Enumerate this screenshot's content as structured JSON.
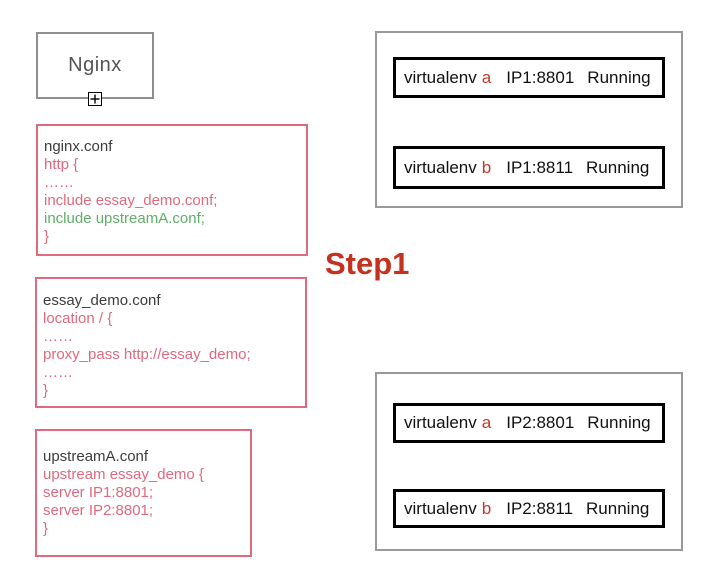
{
  "step_label": "Step1",
  "colors": {
    "pink": "#e0697d",
    "green": "#5fae69",
    "accent_red": "#c0392b",
    "step_red": "#c5301f",
    "gray_border": "#8f8f8f",
    "dark_text": "#3c3c3c"
  },
  "nginx_node": {
    "label": "Nginx",
    "expand_icon": "plus-box-icon"
  },
  "config_files": [
    {
      "name": "nginx.conf",
      "lines": [
        {
          "text": "http {",
          "color": "pink"
        },
        {
          "text": "……",
          "color": "pink"
        },
        {
          "text": "include essay_demo.conf;",
          "color": "pink"
        },
        {
          "text": "include upstreamA.conf;",
          "color": "green"
        },
        {
          "text": "}",
          "color": "pink"
        }
      ]
    },
    {
      "name": "essay_demo.conf",
      "lines": [
        {
          "text": "location / {",
          "color": "pink"
        },
        {
          "text": "……",
          "color": "pink"
        },
        {
          "text": "proxy_pass http://essay_demo;",
          "color": "pink"
        },
        {
          "text": "……",
          "color": "pink"
        },
        {
          "text": "}",
          "color": "pink"
        }
      ]
    },
    {
      "name": "upstreamA.conf",
      "lines": [
        {
          "text": "upstream essay_demo {",
          "color": "pink"
        },
        {
          "text": "server IP1:8801;",
          "color": "pink"
        },
        {
          "text": "server IP2:8801;",
          "color": "pink"
        },
        {
          "text": "}",
          "color": "pink"
        }
      ]
    }
  ],
  "server_groups": [
    {
      "instances": [
        {
          "env": "virtualenv",
          "name": "a",
          "address": "IP1:8801",
          "status": "Running"
        },
        {
          "env": "virtualenv",
          "name": "b",
          "address": "IP1:8811",
          "status": "Running"
        }
      ]
    },
    {
      "instances": [
        {
          "env": "virtualenv",
          "name": "a",
          "address": "IP2:8801",
          "status": "Running"
        },
        {
          "env": "virtualenv",
          "name": "b",
          "address": "IP2:8811",
          "status": "Running"
        }
      ]
    }
  ]
}
